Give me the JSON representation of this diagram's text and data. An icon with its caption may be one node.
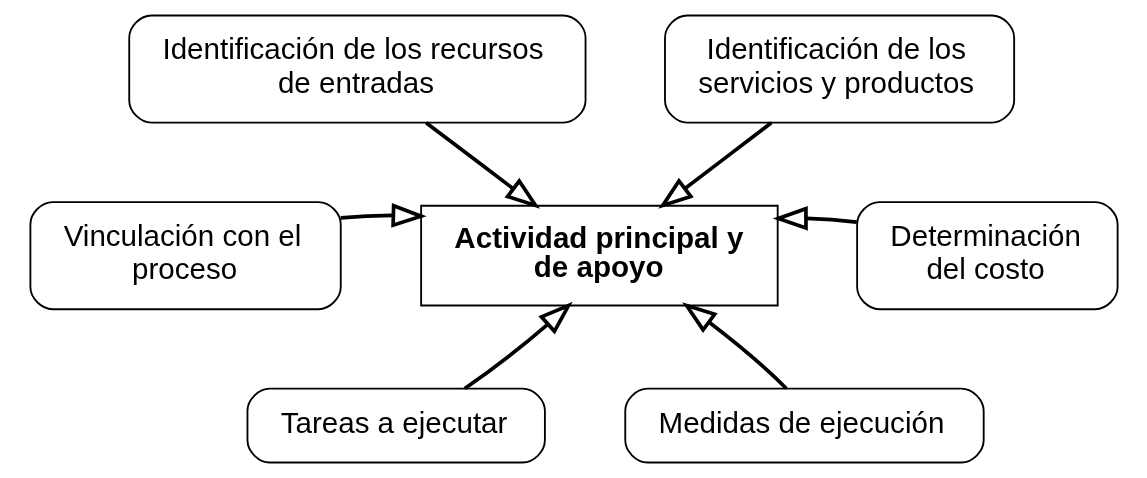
{
  "diagram": {
    "nodes": [
      {
        "text": [
          "Identificación de los recursos de entradas"
        ]
      },
      {
        "text": [
          "Identificación de los servicios y productos"
        ]
      },
      {
        "text": [
          "Vinculación con el proceso"
        ]
      },
      {
        "text": [
          "Actividad principal y de apoyo"
        ]
      },
      {
        "text": [
          "Determinación del costo"
        ]
      },
      {
        "text": [
          "Tareas a ejecutar"
        ]
      },
      {
        "text": [
          "Medidas de ejecución"
        ]
      }
    ],
    "edges": [
      {
        "from": 0,
        "to": 3,
        "arrow": "to"
      },
      {
        "from": 1,
        "to": 3,
        "arrow": "to"
      },
      {
        "from": 2,
        "to": 3,
        "arrow": "to"
      },
      {
        "from": 4,
        "to": 3,
        "arrow": "to"
      },
      {
        "from": 5,
        "to": 3,
        "arrow": "to"
      },
      {
        "from": 6,
        "to": 3,
        "arrow": "to"
      }
    ]
  }
}
